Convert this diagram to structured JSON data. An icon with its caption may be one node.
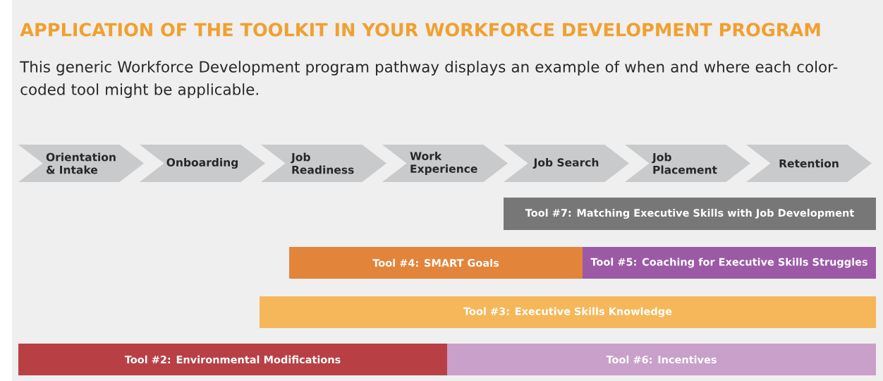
{
  "diagram": {
    "title": "APPLICATION OF THE TOOLKIT IN YOUR WORKFORCE DEVELOPMENT PROGRAM",
    "nodes": [
      {
        "text": [
          "Orientation & Intake"
        ]
      },
      {
        "text": [
          "Onboarding"
        ]
      },
      {
        "text": [
          "Job Readiness"
        ]
      },
      {
        "text": [
          "Work Experience"
        ]
      },
      {
        "text": [
          "Job Search"
        ]
      },
      {
        "text": [
          "Job Placement"
        ]
      },
      {
        "text": [
          "Retention"
        ]
      },
      {
        "text": [
          "Tool #7: Matching Executive Skills with Job Development"
        ]
      },
      {
        "text": [
          "Tool #4: SMART Goals"
        ]
      },
      {
        "text": [
          "Tool #5: Coaching for Executive Skills Struggles"
        ]
      },
      {
        "text": [
          "Tool #3: Executive Skills Knowledge"
        ]
      },
      {
        "text": [
          "Tool #2: Environmental Modifications"
        ]
      },
      {
        "text": [
          "Tool #6: Incentives"
        ]
      }
    ],
    "labels": [
      "This generic Workforce Development program pathway displays an example of when and where each color-coded tool might be applicable."
    ]
  }
}
